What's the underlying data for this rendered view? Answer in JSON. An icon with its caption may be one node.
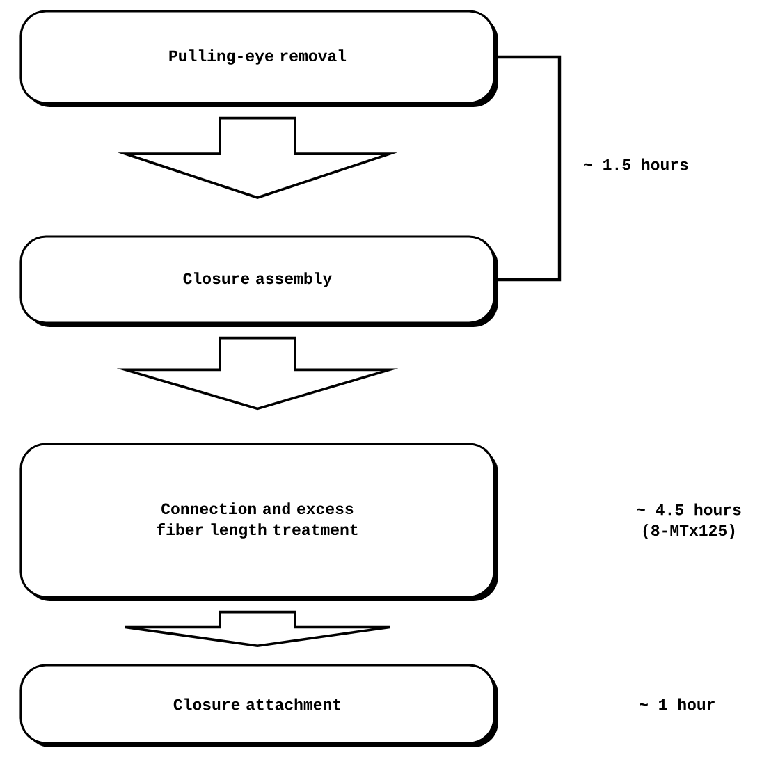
{
  "diagram": {
    "nodes": [
      {
        "text": [
          "Pulling-eye removal"
        ]
      },
      {
        "text": [
          "Closure assembly"
        ]
      },
      {
        "text": [
          "Connection and excess fiber length treatment"
        ],
        "beside": [
          "~ 4.5 hours",
          "(8-MTx125)"
        ]
      },
      {
        "text": [
          "Closure attachment"
        ]
      }
    ],
    "edges": [
      {
        "from": 0,
        "to": 1,
        "arrow": "to"
      },
      {
        "from": 1,
        "to": 2,
        "arrow": "to"
      },
      {
        "from": 2,
        "to": 3,
        "arrow": "to"
      }
    ],
    "labels": [
      "~ 1.5 hours",
      "~ 1 hour"
    ]
  }
}
